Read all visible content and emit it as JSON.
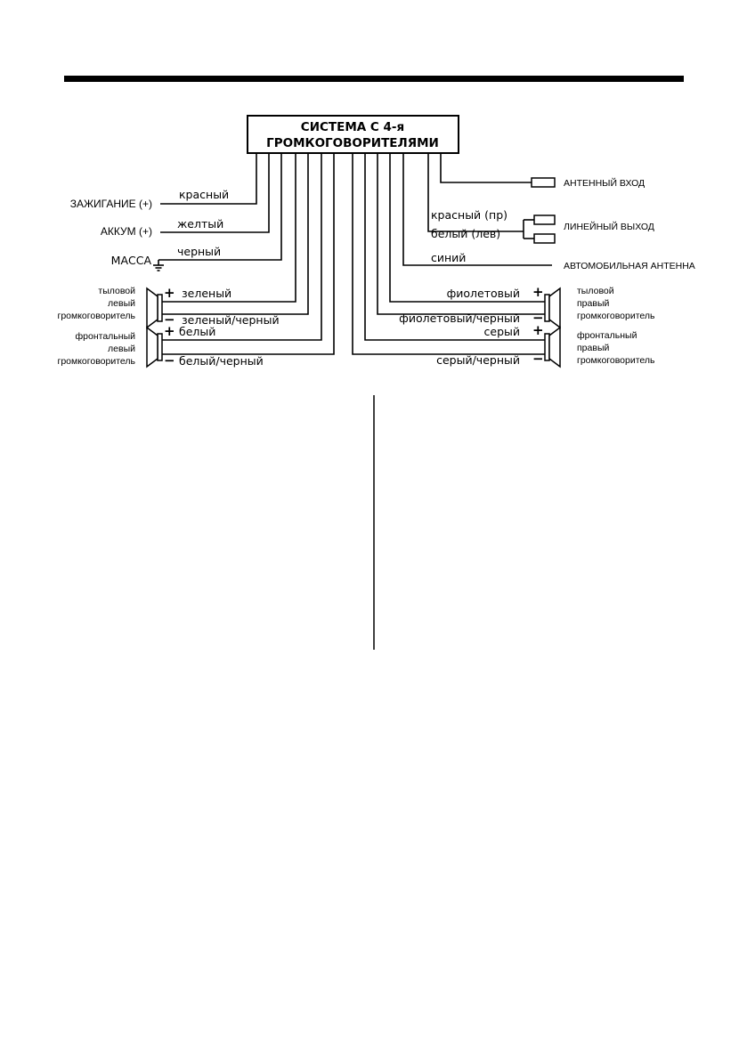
{
  "unit_box": {
    "line1": "СИСТЕМА С 4-я",
    "line2": "ГРОМКОГОВОРИТЕЛЯМИ"
  },
  "left": {
    "ignition_label": "ЗАЖИГАНИЕ (+)",
    "ignition_wire": "красный",
    "battery_label": "АККУМ (+)",
    "battery_wire": "желтый",
    "ground_label": "МАССА",
    "ground_wire": "черный",
    "rear_left_speaker": [
      "тыловой",
      "левый",
      "громкоговоритель"
    ],
    "rear_left_plus_wire": "зеленый",
    "rear_left_minus_wire": "зеленый/черный",
    "front_left_speaker": [
      "фронтальный",
      "левый",
      "громкоговоритель"
    ],
    "front_left_plus_wire": "белый",
    "front_left_minus_wire": "белый/черный"
  },
  "right": {
    "antenna_in_label": "АНТЕННЫЙ ВХОД",
    "line_out_right_wire": "красный (пр)",
    "line_out_left_wire": "белый (лев)",
    "line_out_label": "ЛИНЕЙНЫЙ ВЫХОД",
    "auto_antenna_wire": "синий",
    "auto_antenna_label": "АВТОМОБИЛЬНАЯ АНТЕННА",
    "rear_right_plus_wire": "фиолетовый",
    "rear_right_minus_wire": "фиолетовый/черный",
    "rear_right_speaker": [
      "тыловой",
      "правый",
      "громкоговоритель"
    ],
    "front_right_plus_wire": "серый",
    "front_right_minus_wire": "серый/черный",
    "front_right_speaker": [
      "фронтальный",
      "правый",
      "громкоговоритель"
    ]
  },
  "signs": {
    "plus": "+",
    "minus": "−"
  }
}
